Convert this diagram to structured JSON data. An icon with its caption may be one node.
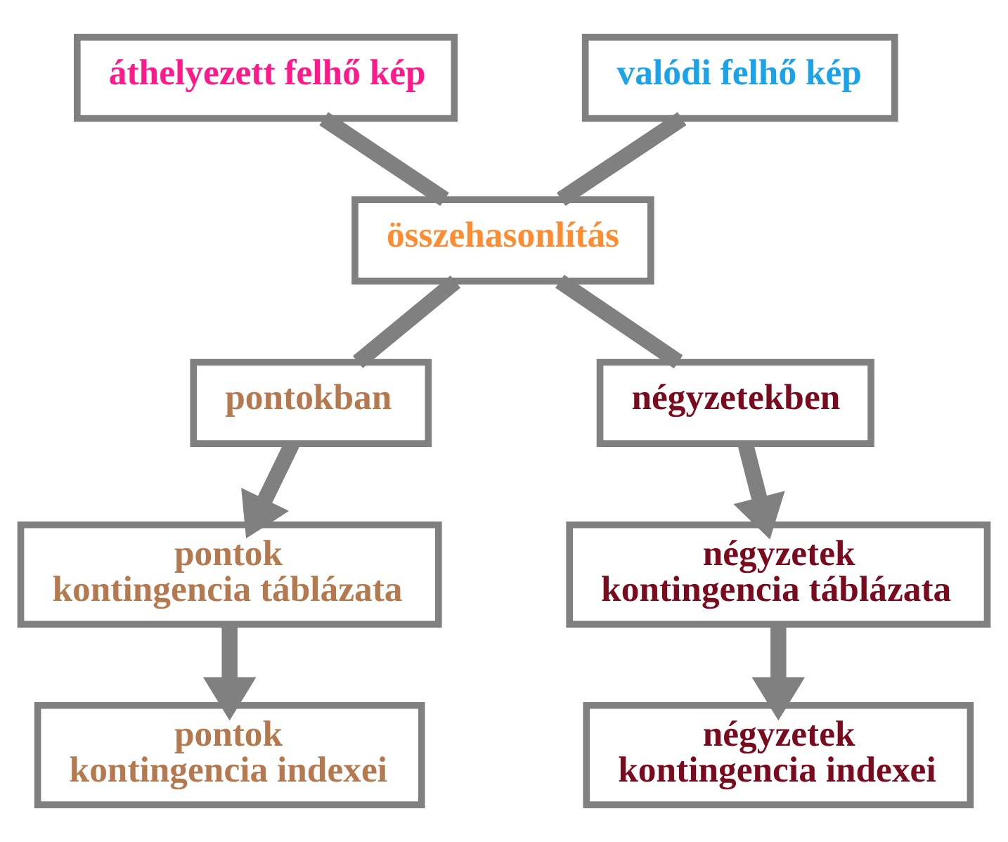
{
  "diagram": {
    "nodes": [
      {
        "text": [
          "áthelyezett felhő kép"
        ]
      },
      {
        "text": [
          "valódi felhő kép"
        ]
      },
      {
        "text": [
          "összehasonlítás"
        ]
      },
      {
        "text": [
          "pontokban"
        ]
      },
      {
        "text": [
          "négyzetekben"
        ]
      },
      {
        "text": [
          "pontok kontingencia táblázata"
        ]
      },
      {
        "text": [
          "négyzetek kontingencia táblázata"
        ]
      },
      {
        "text": [
          "pontok kontingencia indexei"
        ]
      },
      {
        "text": [
          "négyzetek kontingencia indexei"
        ]
      }
    ],
    "edges": [
      {
        "from": 0,
        "to": 2,
        "arrow": "none"
      },
      {
        "from": 1,
        "to": 2,
        "arrow": "none"
      },
      {
        "from": 2,
        "to": 3,
        "arrow": "none"
      },
      {
        "from": 2,
        "to": 4,
        "arrow": "none"
      },
      {
        "from": 3,
        "to": 5,
        "arrow": "to"
      },
      {
        "from": 4,
        "to": 6,
        "arrow": "to"
      },
      {
        "from": 5,
        "to": 7,
        "arrow": "to"
      },
      {
        "from": 6,
        "to": 8,
        "arrow": "to"
      }
    ]
  }
}
